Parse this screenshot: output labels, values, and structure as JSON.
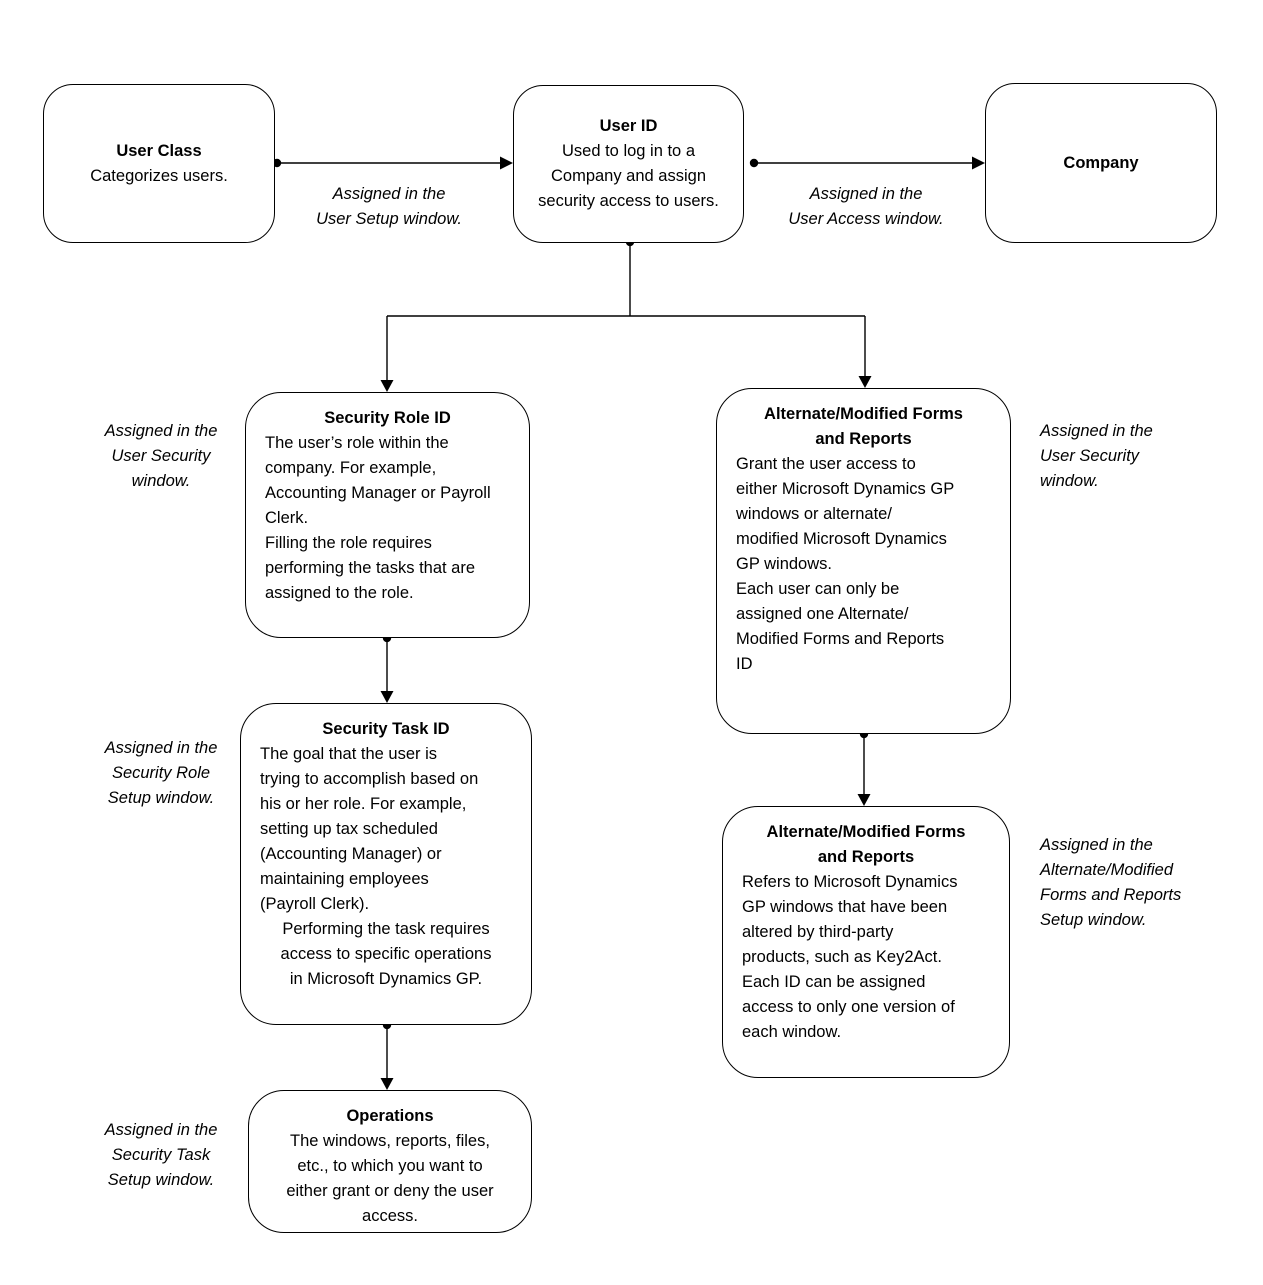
{
  "diagram": {
    "background_color": "#ffffff",
    "line_color": "#000000",
    "text_color": "#000000",
    "nodes": {
      "user_class": {
        "title": "User Class",
        "body": "Categorizes users."
      },
      "user_id": {
        "title": "User ID",
        "body": "Used to log in to a\nCompany and assign\nsecurity access to users."
      },
      "company": {
        "title": "Company"
      },
      "security_role": {
        "title": "Security Role ID",
        "p1": "The user’s role within the\ncompany. For example,\nAccounting Manager or Payroll\nClerk.",
        "p2": "Filling the role requires\nperforming the tasks that are\nassigned to the role."
      },
      "security_task": {
        "title": "Security Task ID",
        "p1": "The goal that the user is\ntrying to accomplish based on\nhis or her role. For example,\nsetting up tax scheduled\n(Accounting Manager) or\nmaintaining employees\n(Payroll Clerk).",
        "p2": "Performing the task requires\naccess to specific operations\nin Microsoft Dynamics GP."
      },
      "operations": {
        "title": "Operations",
        "body": "The windows, reports, files,\netc., to which you want to\neither grant or deny the user\naccess."
      },
      "alt_forms_user": {
        "title": "Alternate/Modified Forms\nand Reports",
        "p1": "Grant the user access to\neither Microsoft Dynamics GP\nwindows or alternate/\nmodified Microsoft Dynamics\nGP windows.",
        "p2": "Each user can only be\nassigned one Alternate/\nModified Forms and Reports\nID"
      },
      "alt_forms_setup": {
        "title": "Alternate/Modified Forms\nand Reports",
        "p1": "Refers to Microsoft Dynamics\nGP windows that have been\naltered by third-party\nproducts, such as Key2Act.",
        "p2": "Each ID can be assigned\naccess to only one version of\neach window."
      }
    },
    "edge_labels": {
      "user_setup": "Assigned in the\nUser Setup window.",
      "user_access": "Assigned in the\nUser Access window.",
      "user_security_left": "Assigned in the\nUser Security\nwindow.",
      "security_role_setup": "Assigned in the\nSecurity Role\nSetup window.",
      "security_task_setup": "Assigned in the\nSecurity Task\nSetup window.",
      "user_security_right": "Assigned in the\nUser Security\nwindow.",
      "alt_forms_reports_setup": "Assigned in the\nAlternate/Modified\nForms and Reports\nSetup window."
    }
  }
}
